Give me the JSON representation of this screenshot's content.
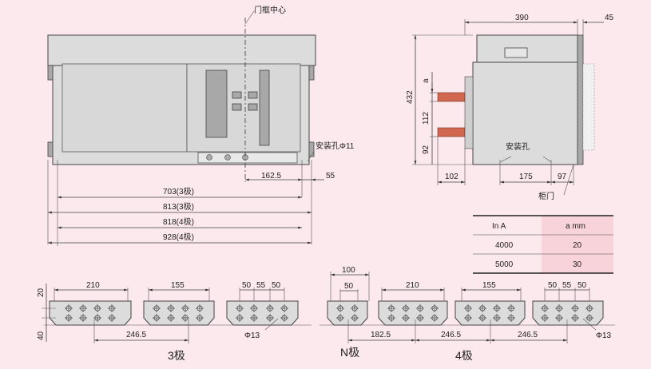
{
  "front_view": {
    "door_center_label": "门框中心",
    "mounting_hole_label": "安装孔Φ11",
    "dim_162_5": "162.5",
    "dim_55": "55",
    "dim_703": "703(3极)",
    "dim_813": "813(3极)",
    "dim_818": "818(4极)",
    "dim_928": "928(4极)"
  },
  "side_view": {
    "dim_390": "390",
    "dim_45": "45",
    "dim_432": "432",
    "dim_a": "a",
    "dim_112": "112",
    "dim_92": "92",
    "dim_102": "102",
    "dim_175": "175",
    "dim_97": "97",
    "mounting_hole_label": "安装孔",
    "door_label": "柜门"
  },
  "table": {
    "headers": [
      "In    A",
      "a    mm"
    ],
    "rows": [
      [
        "4000",
        "20"
      ],
      [
        "5000",
        "30"
      ]
    ],
    "highlight_color": "#f8d4da"
  },
  "bottom_view": {
    "dim_20": "20",
    "dim_40": "40",
    "dim_210_3p": "210",
    "dim_155_3p": "155",
    "dim_50_3p_a": "50",
    "dim_55_3p": "55",
    "dim_50_3p_b": "50",
    "dim_246_5_3p": "246.5",
    "hole_3p": "Φ13",
    "dim_100_n": "100",
    "dim_50_n": "50",
    "dim_210_4p": "210",
    "dim_155_4p": "155",
    "dim_50_4p_a": "50",
    "dim_55_4p": "55",
    "dim_50_4p_b": "50",
    "dim_182_5": "182.5",
    "dim_246_5_4p_a": "246.5",
    "dim_246_5_4p_b": "246.5",
    "hole_4p": "Φ13",
    "label_3p": "3极",
    "label_n": "N极",
    "label_4p": "4极"
  }
}
